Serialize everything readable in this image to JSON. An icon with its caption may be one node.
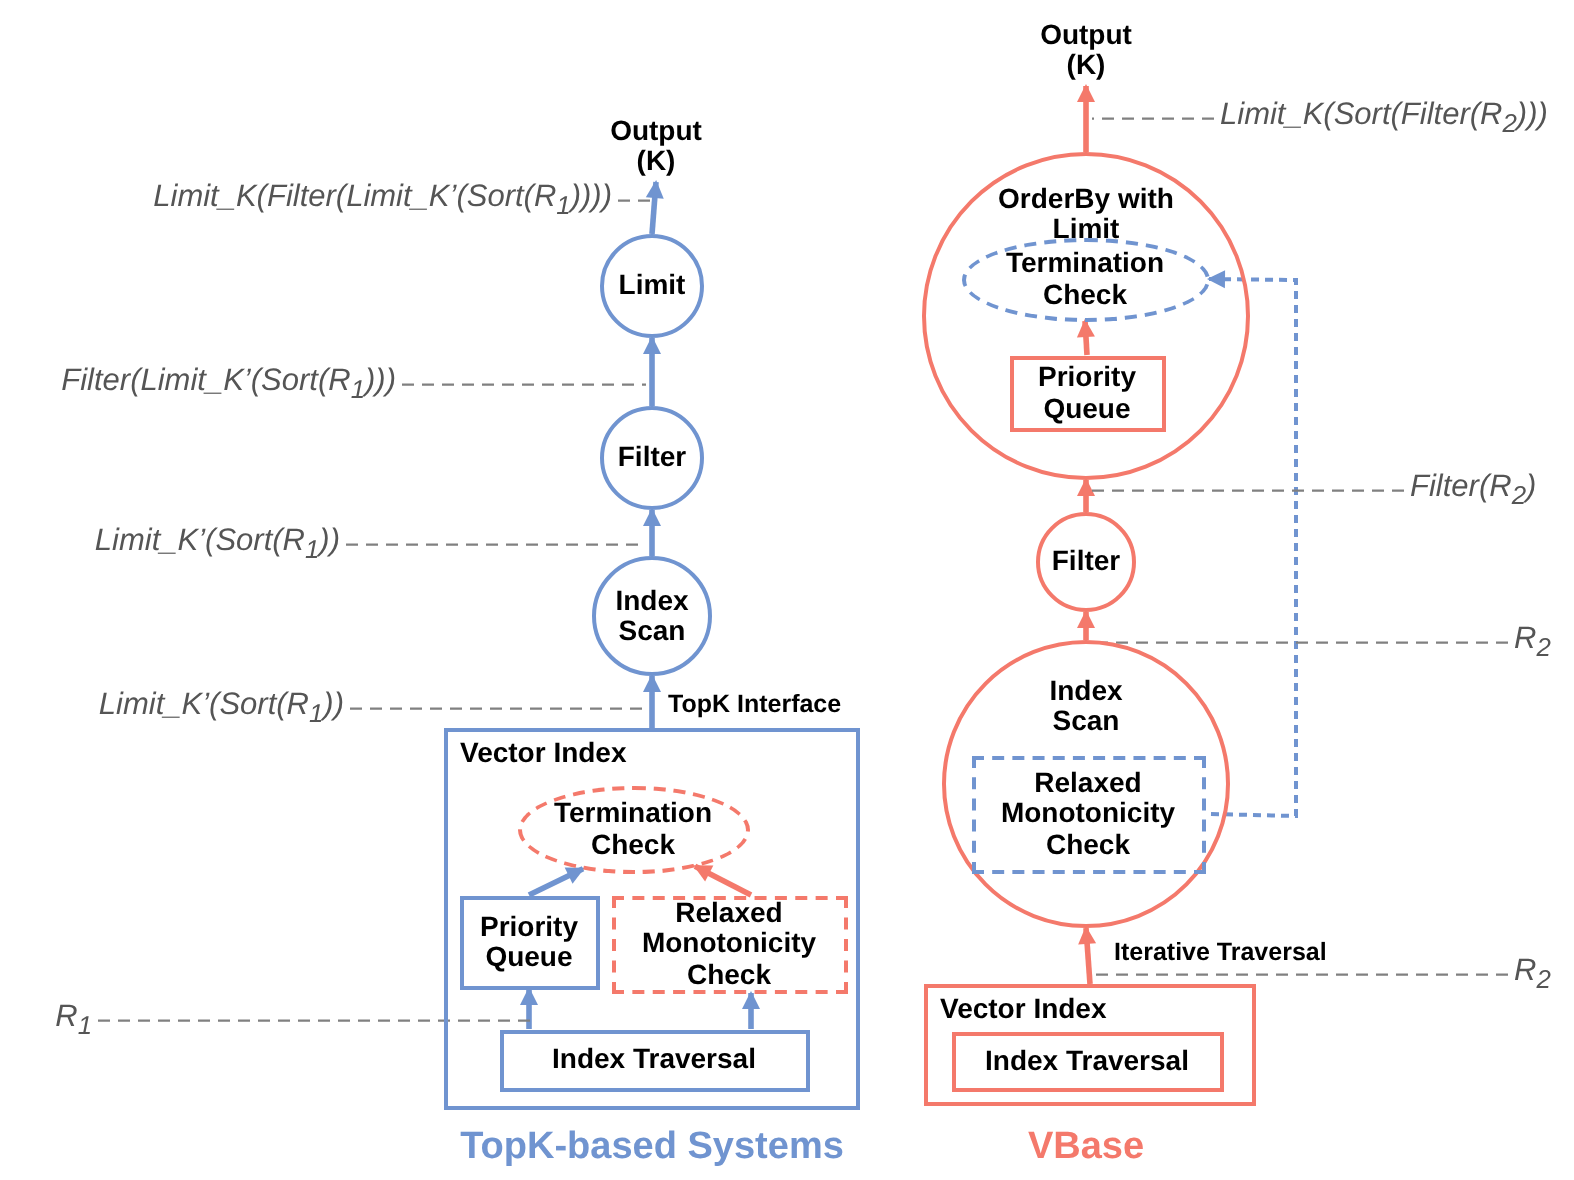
{
  "diagram": {
    "nodes": [
      {
        "text": [
          "Output (K)"
        ]
      },
      {
        "text": [
          "Limit"
        ]
      },
      {
        "text": [
          "Filter"
        ]
      },
      {
        "text": [
          "Index Scan"
        ]
      },
      {
        "text": [
          "Vector Index"
        ]
      },
      {
        "text": [
          "Termination Check"
        ],
        "in": 4
      },
      {
        "text": [
          "Priority Queue"
        ],
        "in": 4
      },
      {
        "text": [
          "Relaxed Monotonicity Check"
        ],
        "in": 4
      },
      {
        "text": [
          "Index Traversal"
        ],
        "in": 4
      },
      {
        "text": [
          "Output (K)"
        ]
      },
      {
        "text": [
          "OrderBy with Limit"
        ]
      },
      {
        "text": [
          "Termination Check"
        ],
        "in": 10
      },
      {
        "text": [
          "Priority Queue"
        ],
        "in": 10
      },
      {
        "text": [
          "Filter"
        ]
      },
      {
        "text": [
          "Index Scan"
        ]
      },
      {
        "text": [
          "Relaxed Monotonicity Check"
        ],
        "in": 14
      },
      {
        "text": [
          "Vector Index"
        ]
      },
      {
        "text": [
          "Index Traversal"
        ],
        "in": 16
      },
      {
        "text": [
          "Limit_K(Filter(Limit_K’(Sort(R$_{1}$))))"
        ]
      },
      {
        "text": [
          "Filter(Limit_K’(Sort(R$_{1}$)))"
        ]
      },
      {
        "text": [
          "Limit_K’(Sort(R$_{1}$))"
        ]
      },
      {
        "text": [
          "Limit_K’(Sort(R$_{1}$))"
        ]
      },
      {
        "text": [
          "R$_{1}$"
        ]
      },
      {
        "text": [
          "Limit_K(Sort(Filter(R$_{2}$)))"
        ]
      },
      {
        "text": [
          "Filter(R$_{2}$)"
        ]
      },
      {
        "text": [
          "R$_{2}$"
        ]
      },
      {
        "text": [
          "R$_{2}$"
        ]
      }
    ],
    "edges": [
      {
        "from": 1,
        "to": 0,
        "arrow": "to",
        "color": "#7094d0"
      },
      {
        "from": 2,
        "to": 1,
        "arrow": "to",
        "color": "#7094d0"
      },
      {
        "from": 3,
        "to": 2,
        "arrow": "to",
        "color": "#7094d0"
      },
      {
        "from": 4,
        "to": 3,
        "arrow": "to",
        "label": "TopK Interface",
        "color": "#7094d0"
      },
      {
        "from": 6,
        "to": 5,
        "arrow": "to",
        "color": "#7094d0"
      },
      {
        "from": 7,
        "to": 5,
        "arrow": "to",
        "color": "#f4796b"
      },
      {
        "from": 8,
        "to": 6,
        "arrow": "to",
        "color": "#7094d0"
      },
      {
        "from": 8,
        "to": 7,
        "arrow": "to",
        "color": "#7094d0"
      },
      {
        "from": 10,
        "to": 9,
        "arrow": "to",
        "color": "#f4796b"
      },
      {
        "from": 12,
        "to": 11,
        "arrow": "to",
        "color": "#f4796b"
      },
      {
        "from": 13,
        "to": 10,
        "arrow": "to",
        "color": "#f4796b"
      },
      {
        "from": 14,
        "to": 13,
        "arrow": "to",
        "color": "#f4796b"
      },
      {
        "from": 16,
        "to": 14,
        "arrow": "to",
        "label": "Iterative Traversal",
        "color": "#f4796b"
      },
      {
        "from": 15,
        "to": 11,
        "arrow": "to",
        "style": "dashed",
        "color": "#7094d0"
      },
      {
        "from": 18,
        "to": 0,
        "arrow": "none",
        "style": "dashed",
        "color": "#808080"
      },
      {
        "from": 19,
        "to": 2,
        "arrow": "none",
        "style": "dashed",
        "color": "#808080"
      },
      {
        "from": 20,
        "to": 3,
        "arrow": "none",
        "style": "dashed",
        "color": "#808080"
      },
      {
        "from": 21,
        "to": 4,
        "arrow": "none",
        "style": "dashed",
        "color": "#808080"
      },
      {
        "from": 22,
        "to": 8,
        "arrow": "none",
        "style": "dashed",
        "color": "#808080"
      },
      {
        "from": 23,
        "to": 9,
        "arrow": "none",
        "style": "dashed",
        "color": "#808080"
      },
      {
        "from": 24,
        "to": 10,
        "arrow": "none",
        "style": "dashed",
        "color": "#808080"
      },
      {
        "from": 25,
        "to": 14,
        "arrow": "none",
        "style": "dashed",
        "color": "#808080"
      },
      {
        "from": 26,
        "to": 16,
        "arrow": "none",
        "style": "dashed",
        "color": "#808080"
      }
    ],
    "labels": [
      "TopK-based Systems",
      "VBase"
    ]
  }
}
